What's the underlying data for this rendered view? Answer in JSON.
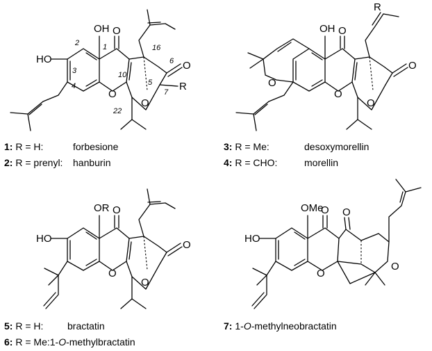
{
  "structures": [
    {
      "id": "s1",
      "atoms": {
        "oh": "OH",
        "ho": "HO",
        "o_ring": "O",
        "o_ketone": "O",
        "o_bridge": "O",
        "o_c6": "O",
        "r": "R"
      },
      "locants": {
        "n1": "1",
        "n2": "2",
        "n3": "3",
        "n4": "4",
        "n10": "10",
        "n16": "16",
        "n6": "6",
        "n5": "5",
        "n7": "7",
        "n22": "22"
      },
      "captions": [
        {
          "num": "1",
          "sep": ":",
          "text": " R = H:",
          "name": "forbesione"
        },
        {
          "num": "2",
          "sep": ":",
          "text": " R = prenyl:",
          "name": "hanburin"
        }
      ]
    },
    {
      "id": "s3",
      "atoms": {
        "oh": "OH",
        "r": "R",
        "o_pyran": "O",
        "o_ketone": "O",
        "o_ring": "O",
        "o_bridge": "O",
        "o_c6": "O"
      },
      "captions": [
        {
          "num": "3",
          "sep": ":",
          "text": " R = Me:",
          "name": "desoxymorellin"
        },
        {
          "num": "4",
          "sep": ":",
          "text": " R = CHO:",
          "name": "morellin"
        }
      ]
    },
    {
      "id": "s5",
      "atoms": {
        "or": "OR",
        "ho": "HO",
        "o_ketone": "O",
        "o_ring": "O",
        "o_bridge": "O",
        "o_c6": "O"
      },
      "captions": [
        {
          "num": "5",
          "sep": ":",
          "text": " R = H:",
          "name": "bractatin"
        },
        {
          "num": "6",
          "sep": ":",
          "text": " R = Me:",
          "name": "1-",
          "italic": "O",
          "name2": "-methylbractatin"
        }
      ]
    },
    {
      "id": "s7",
      "atoms": {
        "ome": "OMe",
        "ho": "HO",
        "o_ketone": "O",
        "o_c6": "O",
        "o_ring": "O",
        "o_bridge": "O"
      },
      "captions": [
        {
          "num": "7",
          "sep": ":",
          "text": " 1-",
          "italic": "O",
          "name2": "-methylneobractatin"
        }
      ]
    }
  ]
}
